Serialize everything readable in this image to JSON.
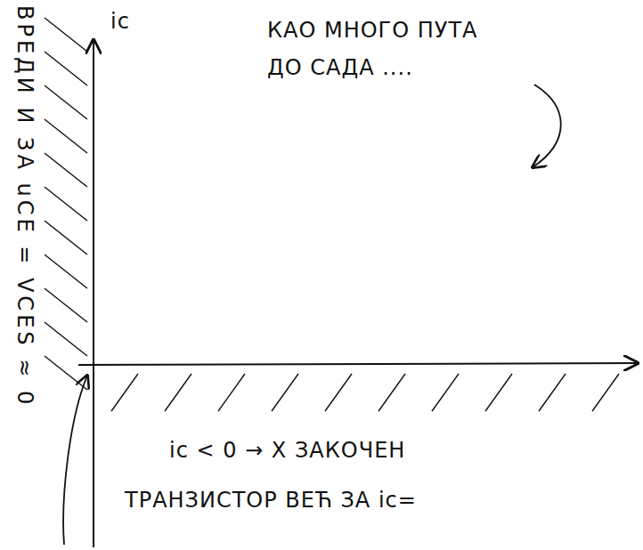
{
  "diagram": {
    "labels": [
      "ic",
      "КАО МНОГО ПУТА",
      "ДО САДА ....",
      "ВРЕДИ И ЗА uCE = VCES ≈ 0",
      "ic < 0 → X ЗАКОЧЕН",
      "ТРАНЗИСТОР ВЕЋ ЗА ic="
    ]
  }
}
